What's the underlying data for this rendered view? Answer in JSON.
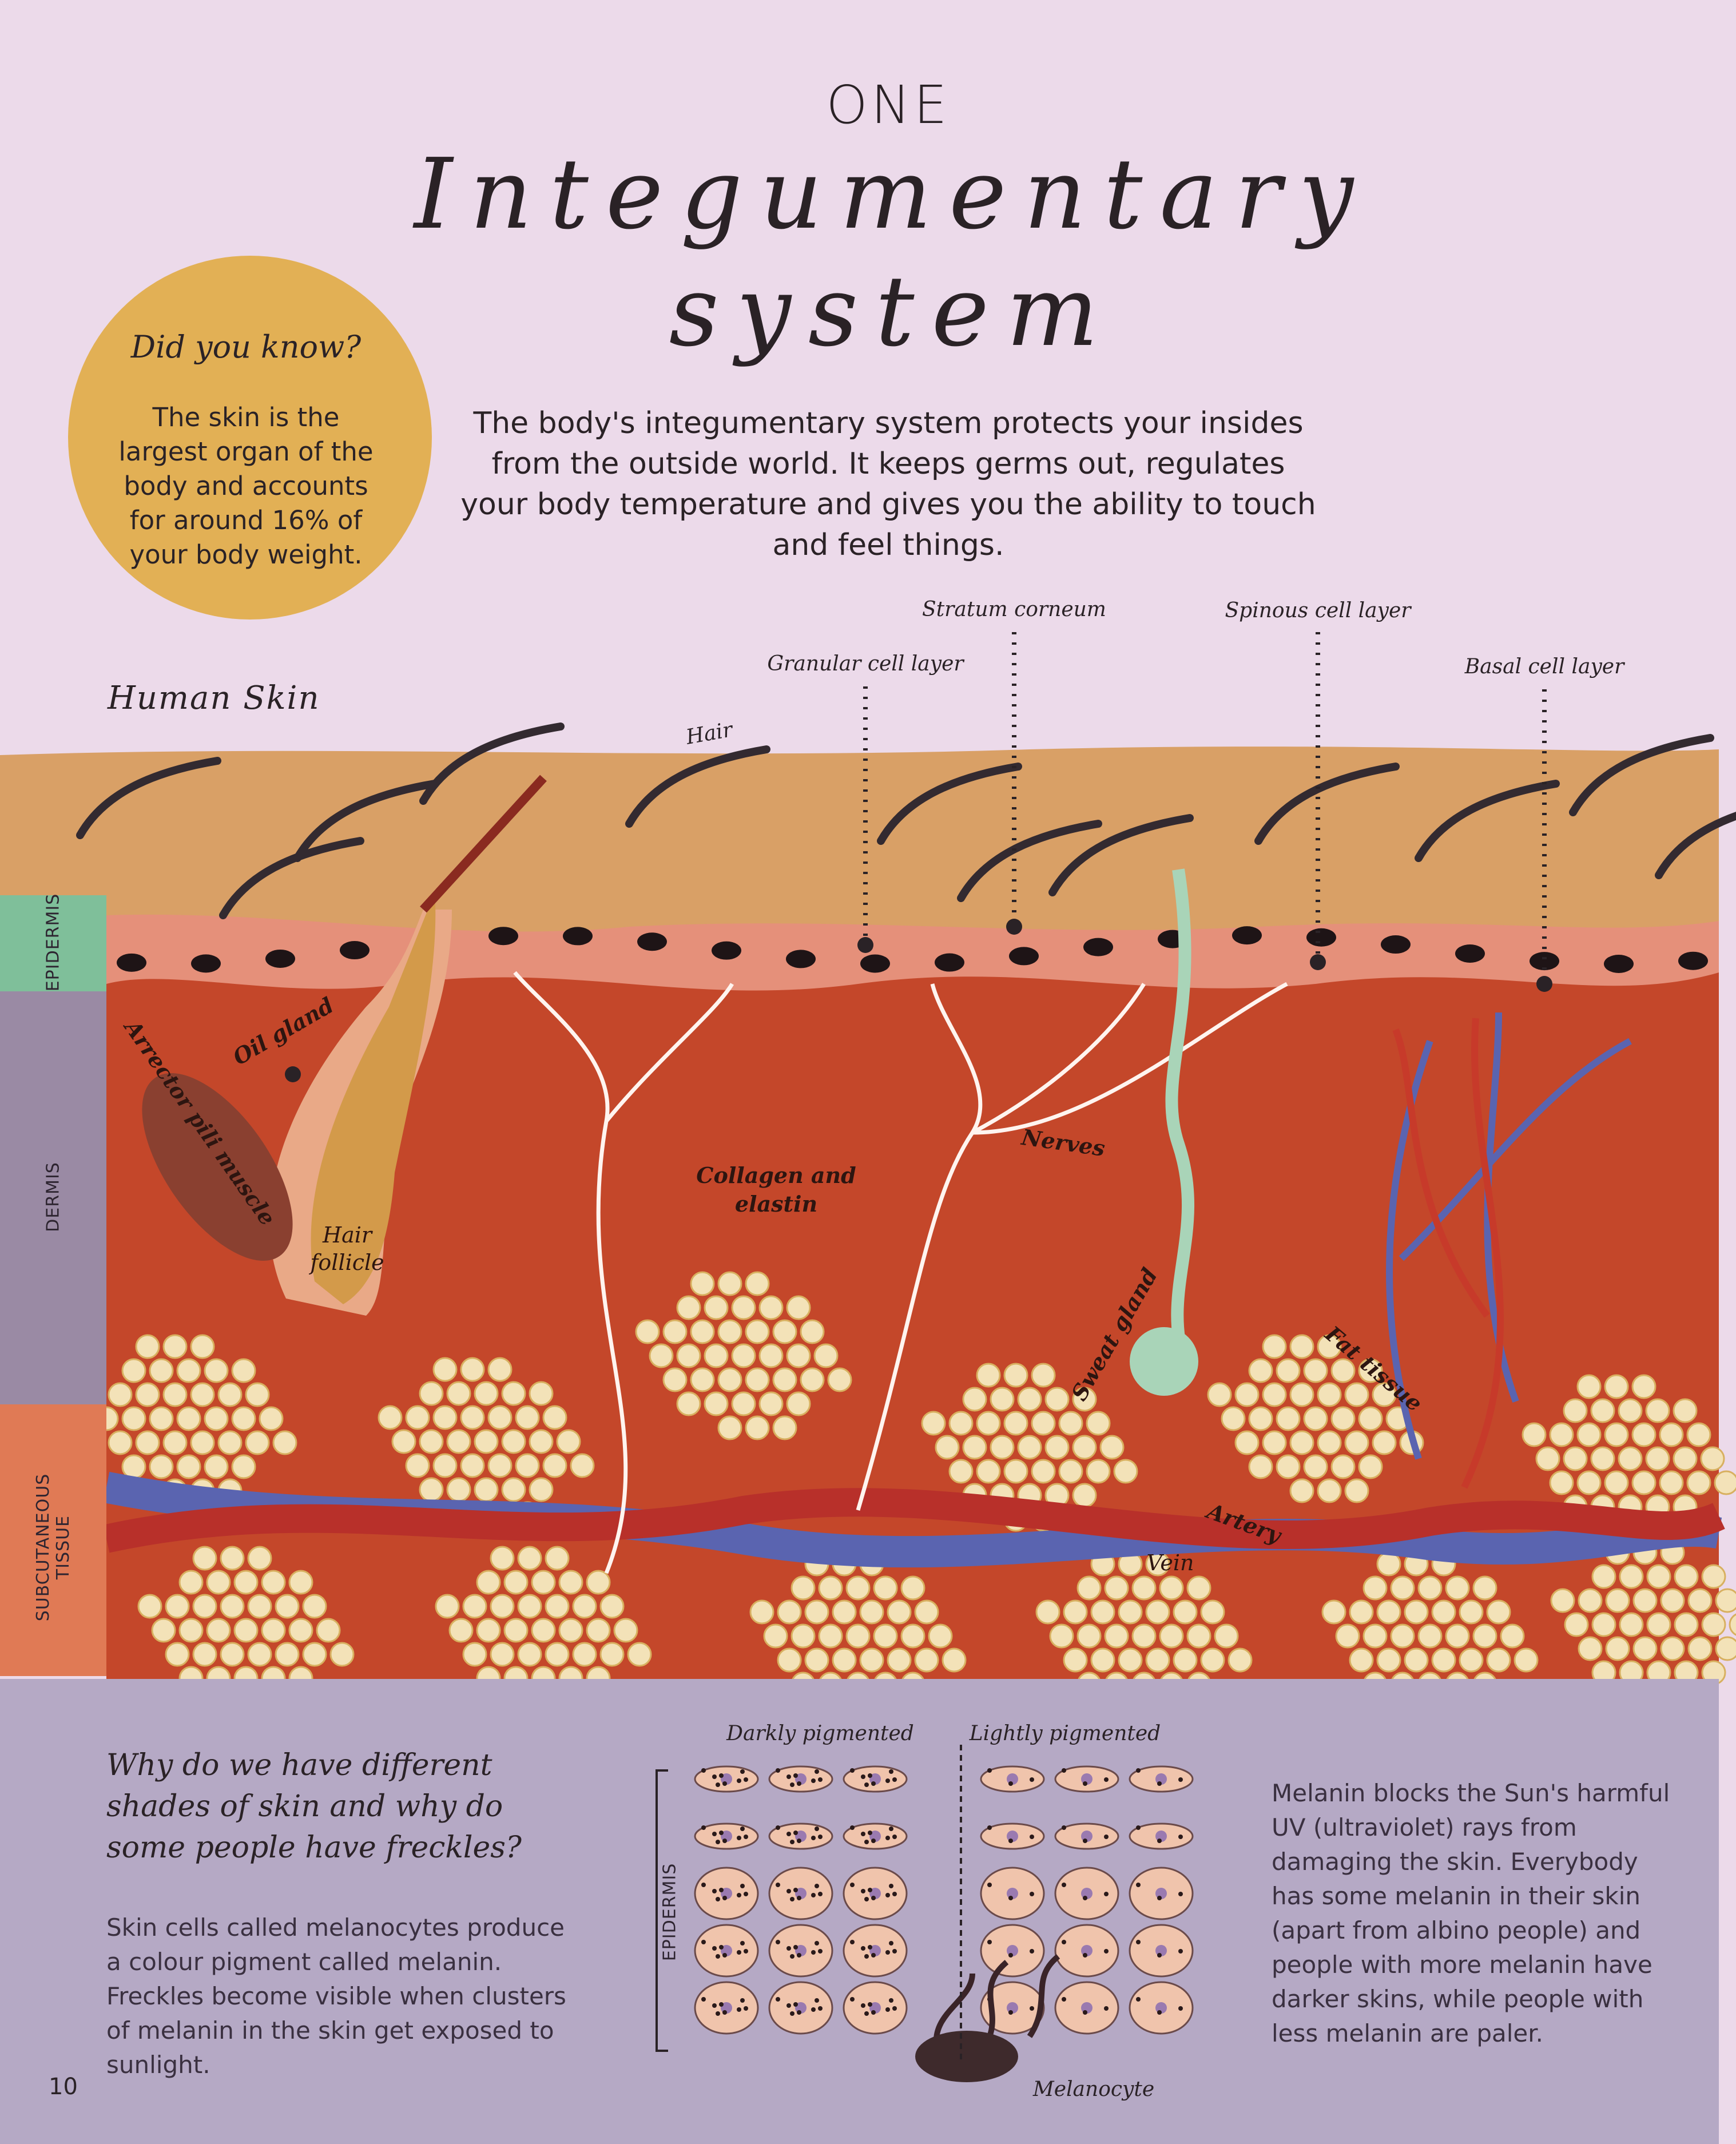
{
  "header": {
    "chapter": "ONE",
    "title_line1": "Integumentary",
    "title_line2": "system",
    "intro": "The body's integumentary system protects your insides from the outside world. It keeps germs out, regulates your body temperature and gives you the ability to touch and feel things."
  },
  "did_you_know": {
    "heading": "Did you know?",
    "body": "The skin is the largest organ of the body and accounts for around 16% of your body weight."
  },
  "diagram": {
    "title": "Human Skin",
    "layer_labels": [
      "Stratum corneum",
      "Spinous cell layer",
      "Granular cell layer",
      "Basal cell layer"
    ],
    "hair_label": "Hair",
    "side_bands": [
      "EPIDERMIS",
      "DERMIS",
      "SUBCUTANEOUS TISSUE"
    ],
    "parts": {
      "oil_gland": "Oil gland",
      "arrector": "Arrector pili muscle",
      "follicle": "Hair follicle",
      "collagen": "Collagen and elastin",
      "nerves": "Nerves",
      "sweat": "Sweat gland",
      "fat": "Fat tissue",
      "artery": "Artery",
      "vein": "Vein"
    },
    "colors": {
      "epidermis": "#d9a066",
      "dermis": "#c4472a",
      "band_epidermis": "#7fbf9a",
      "band_dermis": "#9a8aa4",
      "band_subcut": "#e07a55"
    }
  },
  "bottom": {
    "question": "Why do we have different shades of skin and why do some people have freckles?",
    "left_body": "Skin cells called melanocytes produce a colour pigment called melanin. Freckles become visible when clusters of melanin in the skin get exposed to sunlight.",
    "dark_label": "Darkly pigmented",
    "light_label": "Lightly pigmented",
    "epidermis_label": "EPIDERMIS",
    "melanocyte_label": "Melanocyte",
    "right_body": "Melanin blocks the Sun's harmful UV (ultraviolet) rays from damaging the skin. Everybody has some melanin in their skin (apart from albino people) and people with more melanin have darker skins, while people with less melanin are paler."
  },
  "page_number": "10"
}
